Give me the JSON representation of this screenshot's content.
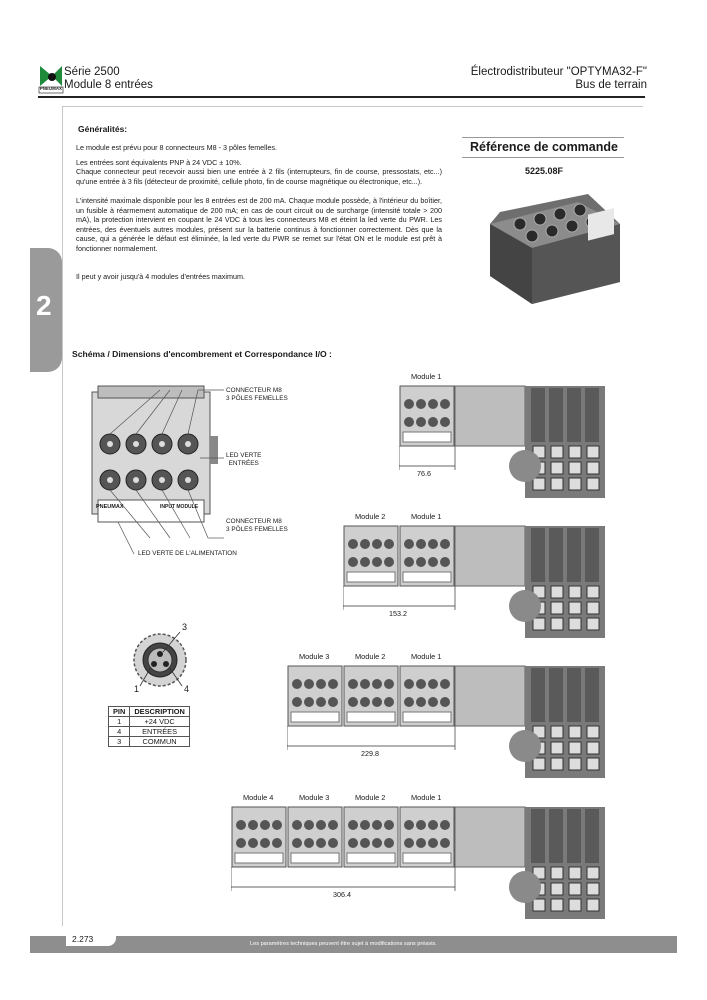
{
  "header": {
    "brand": "PNEUMAX",
    "series": "Série 2500",
    "module_title": "Module 8 entrées",
    "product": "Électrodistributeur \"OPTYMA32-F\"",
    "category": "Bus de terrain"
  },
  "section_tab": "2",
  "generalites": {
    "heading": "Généralités:",
    "p1": "Le module est prévu pour 8 connecteurs M8 - 3 pôles femelles.",
    "p2": "Les entrées sont équivalents PNP à 24 VDC ± 10%.",
    "p3": "Chaque connecteur peut recevoir aussi bien une entrée à 2 fils (interrupteurs, fin de course, pressostats, etc...) qu'une entrée à 3 fils (détecteur de proximité, cellule photo, fin de course magnétique ou électronique, etc...).",
    "p4": "L'intensité maximale disponible pour les 8 entrées est de 200 mA. Chaque module possède, à l'intérieur du boîtier, un fusible à réarmement automatique de 200 mA; en cas de court circuit ou de surcharge (intensité totale > 200 mA), la protection intervient en coupant le 24 VDC à tous les connecteurs M8 et éteint la led verte du PWR. Les entrées, des éventuels autres modules, présent sur la batterie continus à fonctionner correctement. Dès que la cause, qui a générée le défaut est éliminée, la led verte du PWR se remet sur l'état ON et le module est prêt à fonctionner normalement.",
    "p5": "Il peut y avoir jusqu'à 4 modules d'entrées maximum."
  },
  "reference": {
    "title": "Référence de commande",
    "code": "5225.08F"
  },
  "schema": {
    "title": "Schéma / Dimensions d'encombrement et Correspondance I/O :",
    "callouts": {
      "connector_top": [
        "CONNECTEUR M8",
        "3 PÔLES FEMELLES"
      ],
      "led_inputs": [
        "LED VERTE",
        "ENTRÉES"
      ],
      "connector_bottom": [
        "CONNECTEUR M8",
        "3 PÔLES FEMELLES"
      ],
      "led_power": "LED VERTE DE L'ALIMENTATION"
    },
    "module_face": {
      "brand": "PNEUMAX",
      "name": "INPUT MODULE"
    },
    "pin_labels": [
      "3",
      "1",
      "4"
    ],
    "assemblies": [
      {
        "modules": [
          "Module 1"
        ],
        "dimension": "76.6"
      },
      {
        "modules": [
          "Module 2",
          "Module 1"
        ],
        "dimension": "153.2"
      },
      {
        "modules": [
          "Module 3",
          "Module 2",
          "Module 1"
        ],
        "dimension": "229.8"
      },
      {
        "modules": [
          "Module 4",
          "Module 3",
          "Module 2",
          "Module 1"
        ],
        "dimension": "306.4"
      }
    ]
  },
  "pin_table": {
    "headers": [
      "PIN",
      "DESCRIPTION"
    ],
    "rows": [
      [
        "1",
        "+24 VDC"
      ],
      [
        "4",
        "ENTRÉES"
      ],
      [
        "3",
        "COMMUN"
      ]
    ]
  },
  "footer": {
    "page": "2.273",
    "note": "Les paramètres techniques peuvent être sujet à modifications sans préavis."
  }
}
